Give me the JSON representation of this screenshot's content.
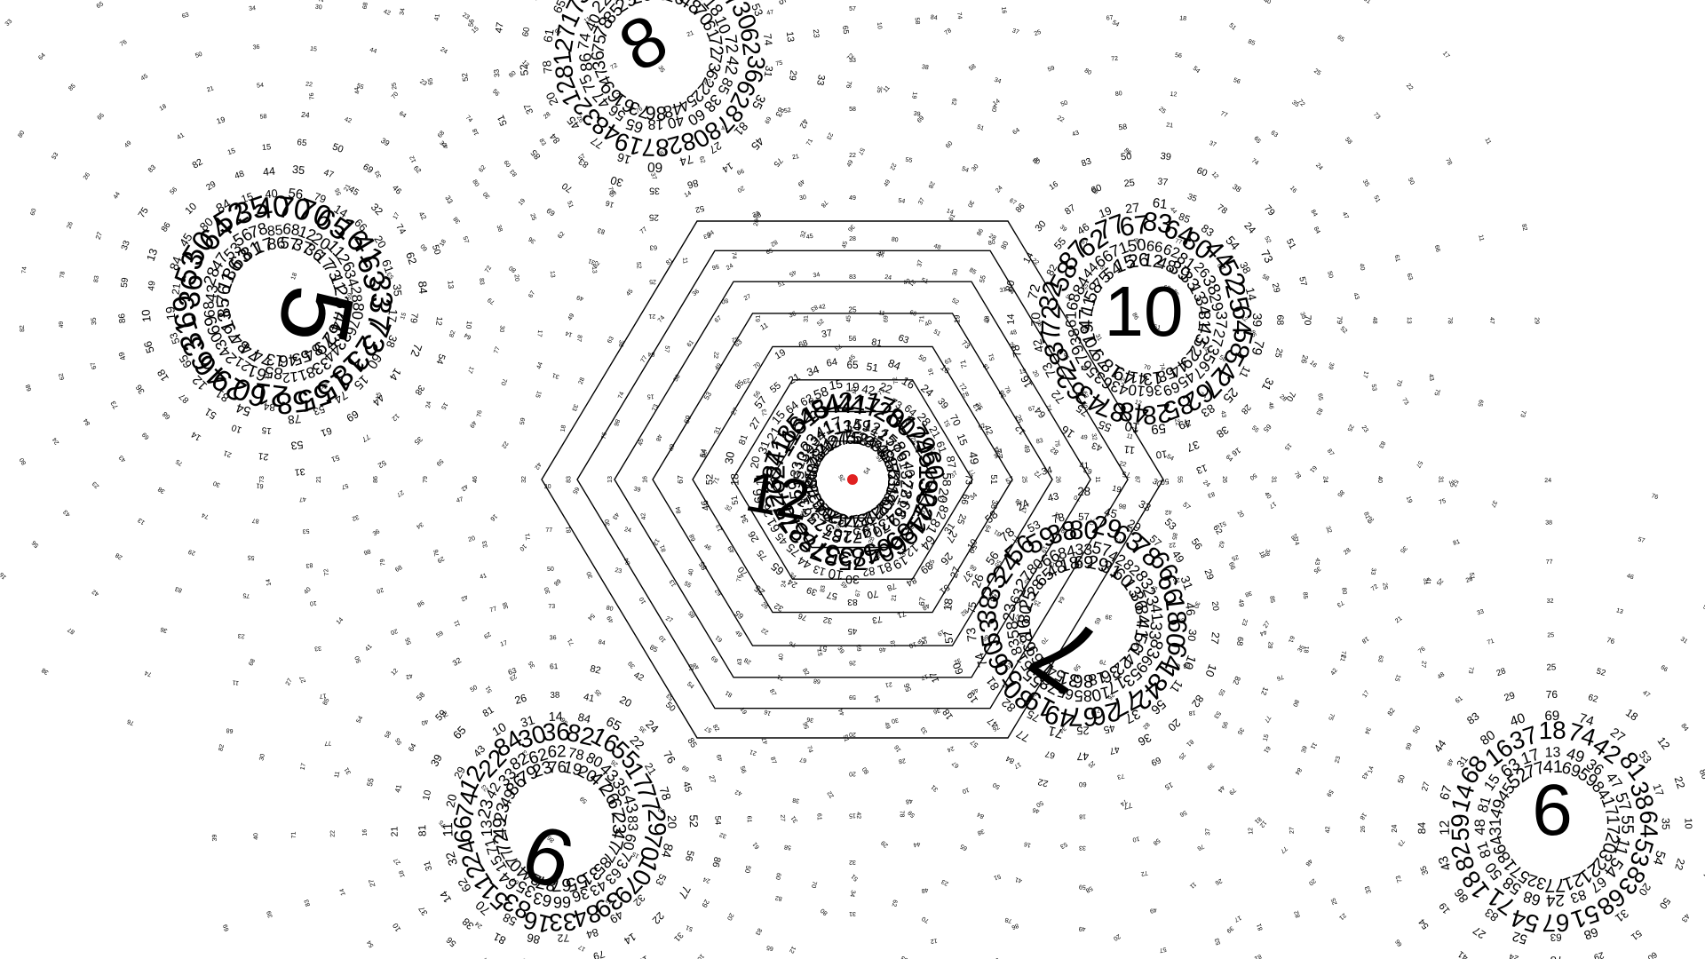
{
  "colors": {
    "background": "#ffffff",
    "ink": "#000000",
    "marker": "#e02020"
  },
  "centers": {
    "left": "5",
    "top": "8",
    "right_top": "10",
    "lower_right": "7",
    "lower_left": "9",
    "far_right": "6",
    "central": "12"
  },
  "labels": {
    "c_15": "15",
    "c_10": "10",
    "c_12": "12",
    "c_16": "16",
    "c_17": "17",
    "c_18": "18",
    "c_19": "19",
    "c_20": "20",
    "c_21": "21",
    "c_22": "22",
    "c_23": "23",
    "c_24": "24",
    "c_25": "25",
    "c_26": "26",
    "c_27": "27",
    "c_28": "28",
    "c_29": "29",
    "c_30": "30",
    "c_31": "31",
    "c_32": "32",
    "c_33": "33",
    "c_34": "34",
    "c_35": "35",
    "c_36": "36",
    "c_37": "37",
    "c_38": "38",
    "c_39": "39",
    "c_40": "40",
    "c_41": "41",
    "c_42": "42",
    "c_43": "43",
    "c_44": "44",
    "c_45": "45",
    "c_46": "46",
    "c_47": "47",
    "c_48": "48",
    "c_49": "49",
    "c_50": "50",
    "c_51": "51",
    "c_52": "52",
    "c_53": "53",
    "c_54": "54",
    "c_55": "55",
    "c_56": "56",
    "c_57": "57",
    "c_58": "58",
    "c_59": "59",
    "c_60": "60",
    "c_61": "61",
    "c_62": "62",
    "c_63": "63",
    "c_64": "64",
    "c_65": "65",
    "c_66": "66",
    "c_67": "67",
    "c_68": "68",
    "c_69": "69",
    "c_70": "70",
    "c_71": "71",
    "c_72": "72",
    "c_73": "73",
    "c_74": "74",
    "c_75": "75",
    "c_76": "76",
    "c_77": "77",
    "c_78": "78",
    "c_79": "79",
    "c_80": "80",
    "c_81": "81",
    "c_82": "82",
    "c_83": "83",
    "c_84": "84",
    "c_85": "85",
    "c_86": "86",
    "c_87": "87",
    "c_11": "11",
    "c_13": "13",
    "c_14": "14"
  }
}
